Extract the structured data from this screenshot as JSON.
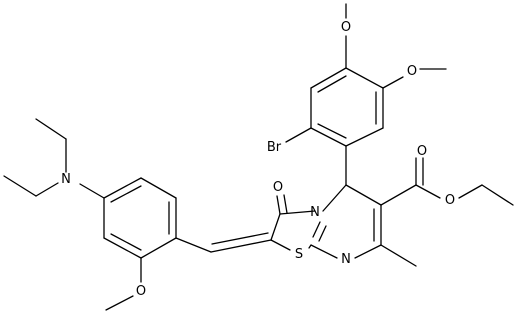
{
  "diagram": {
    "type": "chemical-structure",
    "atoms": {
      "br": "Br",
      "o_methoxy_top": "O",
      "o_methoxy_right": "O",
      "o_ketone": "O",
      "n_ring": "N",
      "s_ring": "S",
      "n_pyrimidine": "N",
      "n_amine": "N",
      "o_methoxy_left": "O",
      "o_ester_carbonyl": "O",
      "o_ester": "O"
    }
  },
  "colors": {
    "bond": "#000000",
    "background": "#ffffff"
  }
}
